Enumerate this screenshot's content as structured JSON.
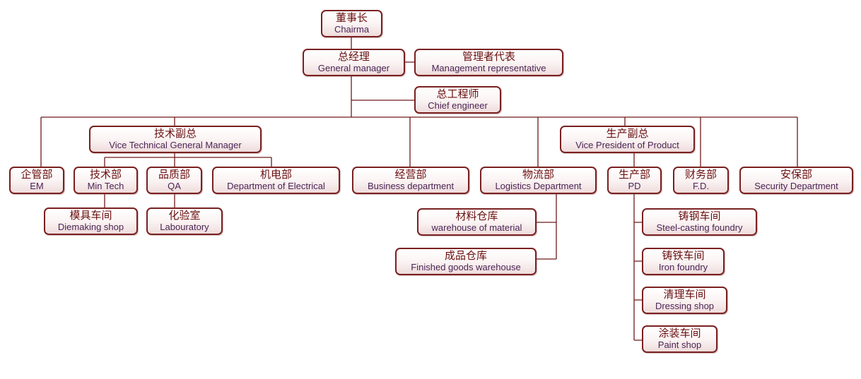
{
  "nodes": {
    "chair": {
      "cn": "董事长",
      "en": "Chairma"
    },
    "gm": {
      "cn": "总经理",
      "en": "General manager"
    },
    "mr": {
      "cn": "管理者代表",
      "en": "Management representative"
    },
    "ce": {
      "cn": "总工程师",
      "en": "Chief engineer"
    },
    "vtgm": {
      "cn": "技术副总",
      "en": "Vice Technical General Manager"
    },
    "vpp": {
      "cn": "生产副总",
      "en": "Vice President of Product"
    },
    "em": {
      "cn": "企管部",
      "en": "EM"
    },
    "mt": {
      "cn": "技术部",
      "en": "Min Tech"
    },
    "qa": {
      "cn": "品质部",
      "en": "QA"
    },
    "el": {
      "cn": "机电部",
      "en": "Department of Electrical"
    },
    "bd": {
      "cn": "经营部",
      "en": "Business department"
    },
    "ld": {
      "cn": "物流部",
      "en": "Logistics Department"
    },
    "pd": {
      "cn": "生产部",
      "en": "PD"
    },
    "fd": {
      "cn": "财务部",
      "en": "F.D."
    },
    "sd": {
      "cn": "安保部",
      "en": "Security Department"
    },
    "dm": {
      "cn": "模具车间",
      "en": "Diemaking shop"
    },
    "lab": {
      "cn": "化验室",
      "en": "Labouratory"
    },
    "wm": {
      "cn": "材料仓库",
      "en": "warehouse of material"
    },
    "fg": {
      "cn": "成品仓库",
      "en": "Finished goods warehouse"
    },
    "sc": {
      "cn": "铸钢车间",
      "en": "Steel-casting foundry"
    },
    "if": {
      "cn": "铸铁车间",
      "en": "Iron foundry"
    },
    "ds": {
      "cn": "清理车间",
      "en": "Dressing shop"
    },
    "ps": {
      "cn": "涂装车间",
      "en": "Paint shop"
    }
  },
  "colors": {
    "border": "#7a2020",
    "line": "#6e1a1a",
    "cn_text": "#6a1010",
    "en_text": "#4a2455"
  }
}
